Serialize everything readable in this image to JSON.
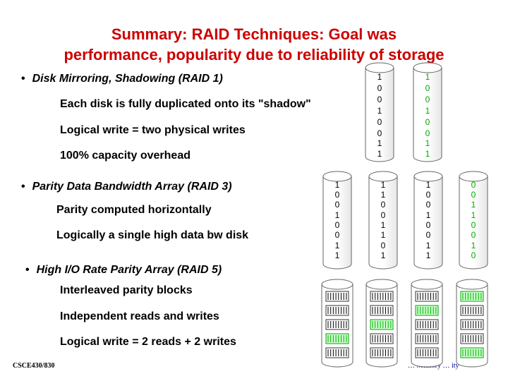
{
  "title": {
    "line1": "Summary: RAID Techniques: Goal was",
    "line2": "performance, popularity due to reliability of storage"
  },
  "raid1": {
    "bullet": "Disk Mirroring, Shadowing (RAID 1)",
    "points": [
      "Each disk is fully duplicated onto its \"shadow\"",
      "Logical write = two physical writes",
      "100% capacity overhead"
    ],
    "disks": [
      {
        "bits": [
          "1",
          "0",
          "0",
          "1",
          "0",
          "0",
          "1",
          "1"
        ],
        "color": "#000000"
      },
      {
        "bits": [
          "1",
          "0",
          "0",
          "1",
          "0",
          "0",
          "1",
          "1"
        ],
        "color": "#00aa00"
      }
    ]
  },
  "raid3": {
    "bullet": "Parity Data Bandwidth Array (RAID 3)",
    "points": [
      "Parity computed horizontally",
      "Logically a single high data bw disk"
    ],
    "disks": [
      {
        "bits": [
          "1",
          "0",
          "0",
          "1",
          "0",
          "0",
          "1",
          "1"
        ],
        "color": "#000000"
      },
      {
        "bits": [
          "1",
          "1",
          "0",
          "0",
          "1",
          "1",
          "0",
          "1"
        ],
        "color": "#000000"
      },
      {
        "bits": [
          "1",
          "0",
          "0",
          "1",
          "0",
          "0",
          "1",
          "1"
        ],
        "color": "#000000"
      },
      {
        "bits": [
          "0",
          "0",
          "1",
          "1",
          "0",
          "0",
          "1",
          "0"
        ],
        "color": "#00aa00"
      }
    ]
  },
  "raid5": {
    "bullet": "High I/O Rate Parity Array (RAID 5)",
    "points": [
      "Interleaved parity blocks",
      "Independent reads and writes",
      "Logical write = 2 reads + 2 writes"
    ]
  },
  "footer": {
    "left": "CSCE430/830",
    "right": "… Memory … ity"
  },
  "colors": {
    "title": "#cc0000",
    "parity": "#00aa00"
  }
}
